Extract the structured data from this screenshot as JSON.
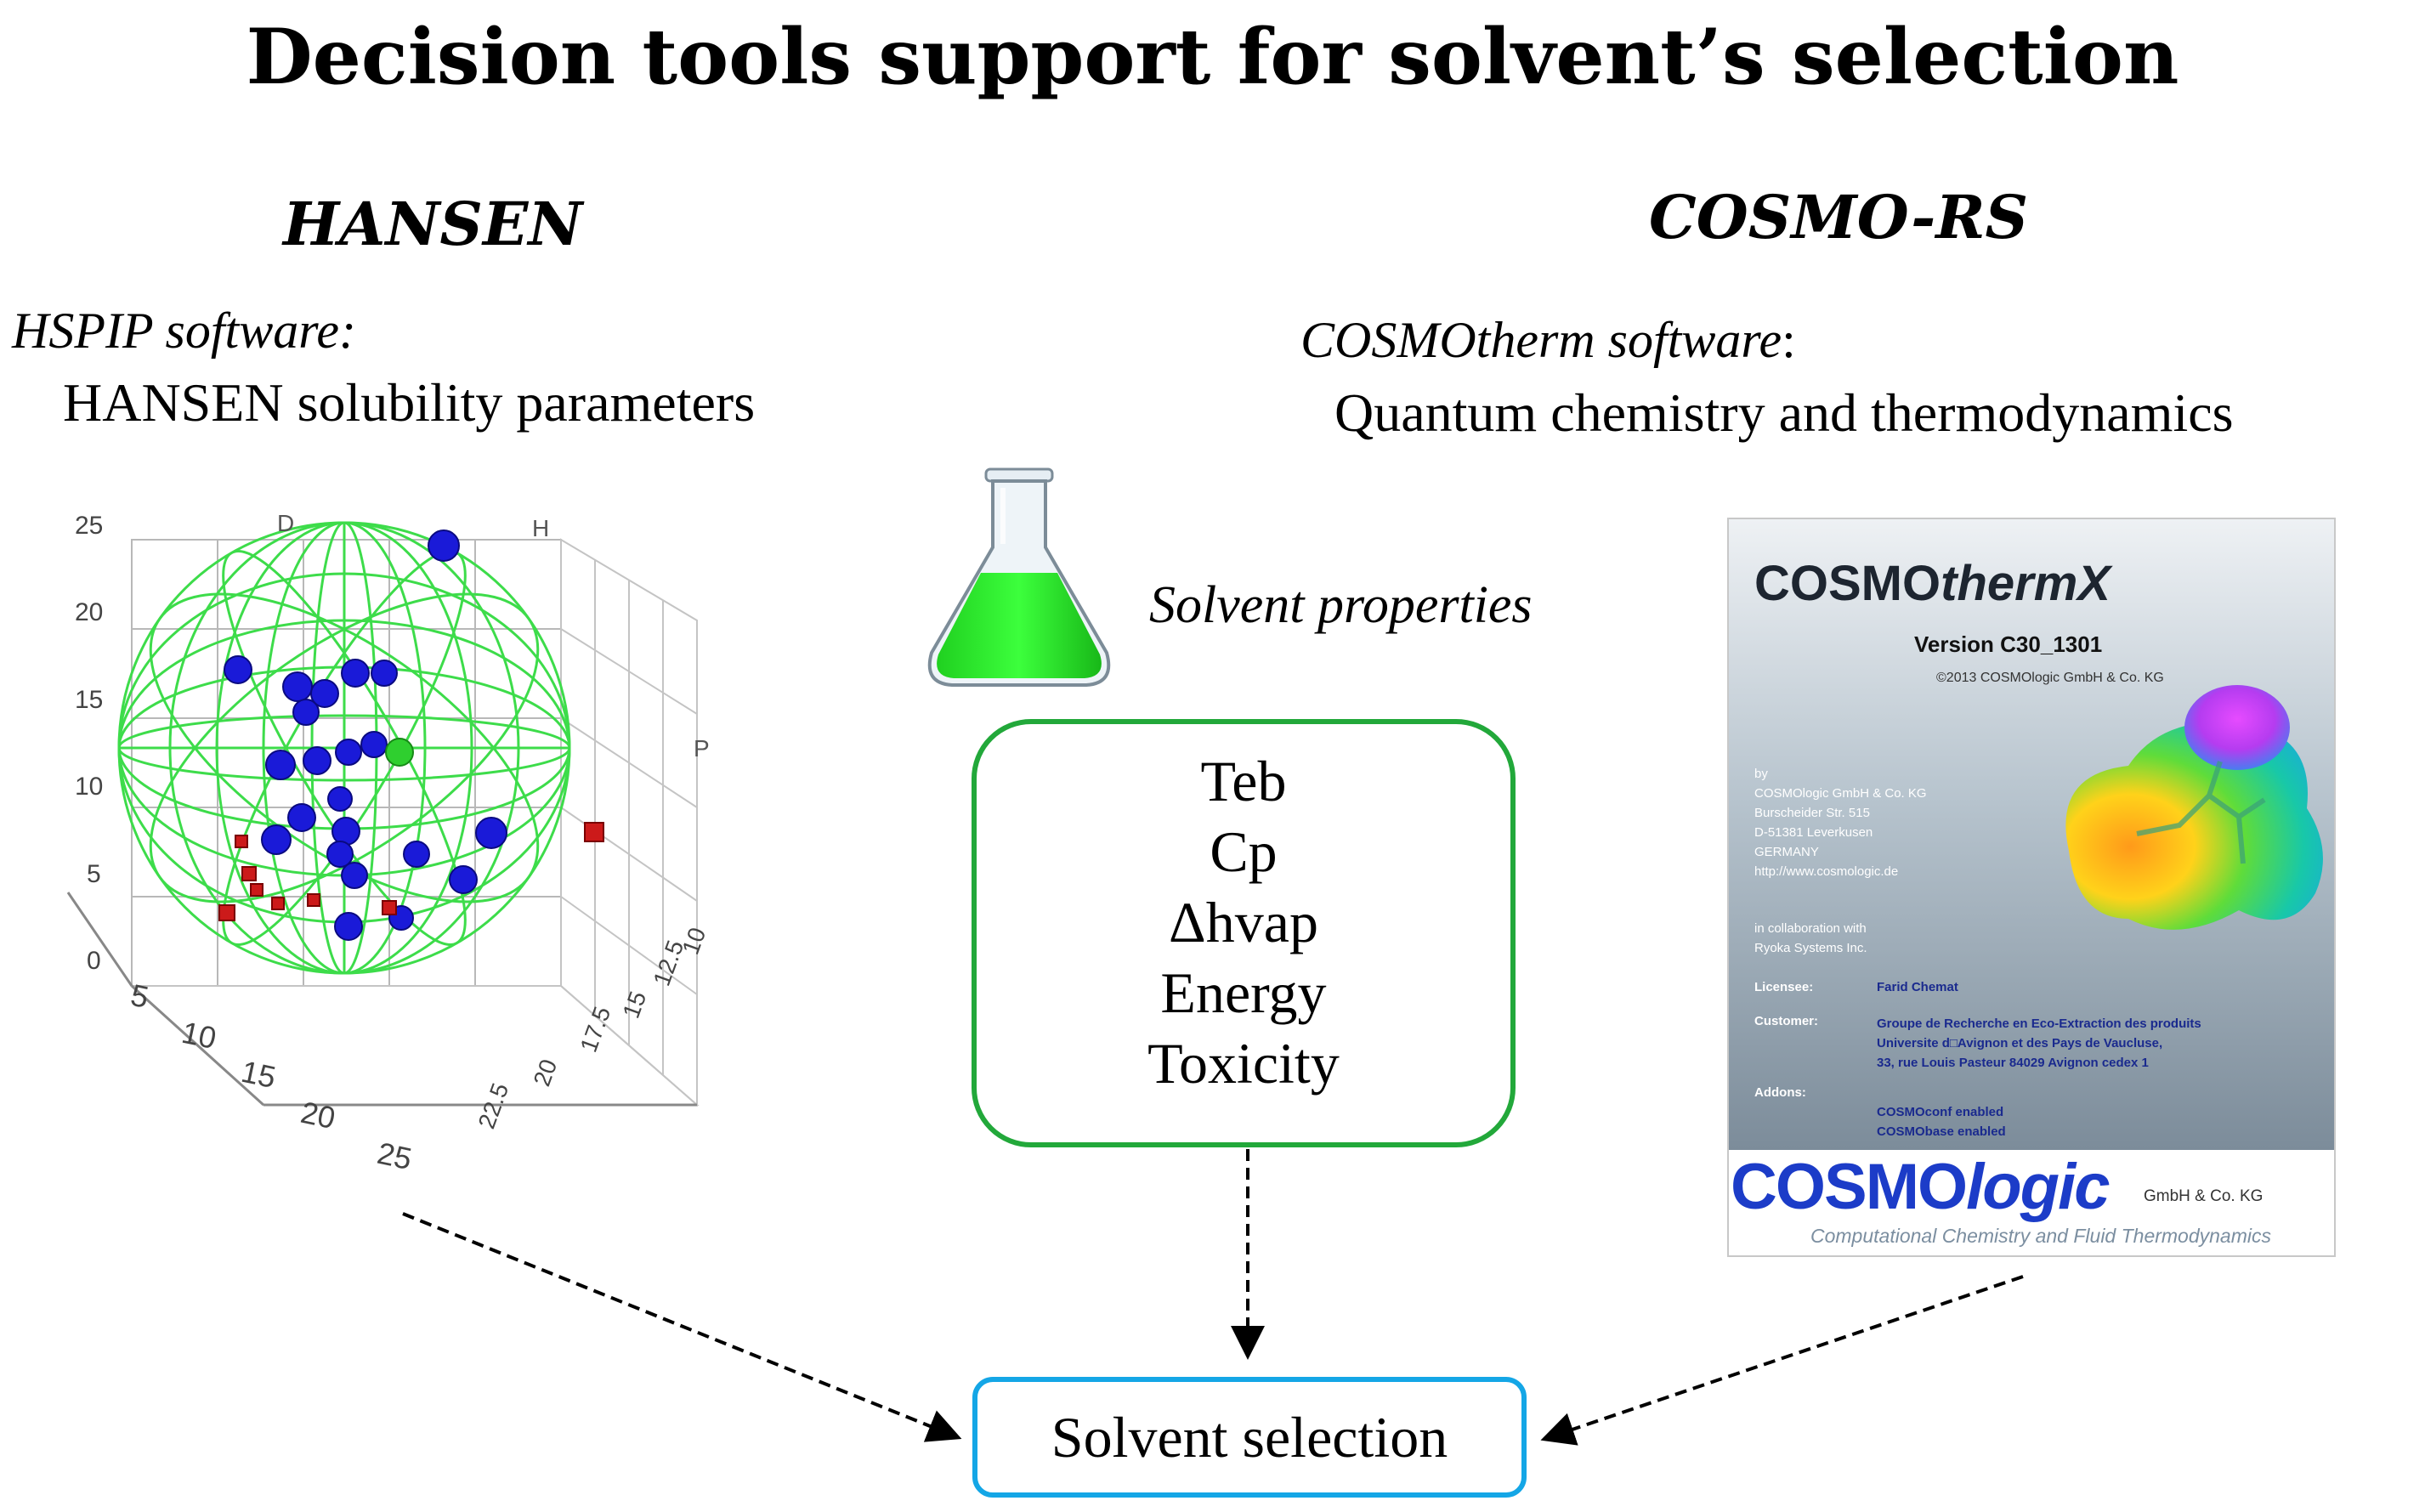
{
  "title": "Decision tools support for solvent’s selection",
  "hansen": {
    "heading": "HANSEN",
    "software": "HSPIP software:",
    "description": "HANSEN solubility parameters",
    "plot": {
      "axis_labels": [
        "D",
        "H",
        "P"
      ],
      "vertical_ticks": [
        "25",
        "20",
        "15",
        "10",
        "5",
        "0"
      ],
      "front_ticks": [
        "5",
        "10",
        "15",
        "20",
        "25"
      ],
      "depth_ticks": [
        "10",
        "12.5",
        "15",
        "17.5",
        "20",
        "22.5"
      ]
    }
  },
  "cosmo": {
    "heading": "COSMO-RS",
    "software": "COSMOtherm software",
    "software_suffix": ":",
    "description": "Quantum chemistry and thermodynamics",
    "splash": {
      "product": "COSMO",
      "product_italic": "thermX",
      "version": "Version C30_1301",
      "copyright": "©2013 COSMOlogic GmbH & Co. KG",
      "address": [
        "by",
        "COSMOlogic GmbH & Co. KG",
        "Burscheider Str. 515",
        "D-51381 Leverkusen",
        "GERMANY",
        "http://www.cosmologic.de"
      ],
      "collab": [
        "in collaboration with",
        "Ryoka Systems Inc."
      ],
      "licensee_label": "Licensee:",
      "licensee": "Farid Chemat",
      "customer_label": "Customer:",
      "customer": [
        "Groupe de Recherche en Eco-Extraction des produits",
        "Universite d□Avignon et des Pays de Vaucluse,",
        "33, rue Louis Pasteur 84029 Avignon cedex 1"
      ],
      "addons_label": "Addons:",
      "addons": [
        "COSMOconf enabled",
        "COSMObase enabled"
      ],
      "logo_main": "COSMO",
      "logo_italic": "logic",
      "logo_suffix": "GmbH & Co. KG",
      "tagline": "Computational Chemistry and Fluid Thermodynamics"
    }
  },
  "center": {
    "solvent_properties": "Solvent properties",
    "properties": [
      "Teb",
      "Cp",
      "Δhvap",
      "Energy",
      "Toxicity"
    ],
    "selection": "Solvent selection"
  },
  "colors": {
    "props_border": "#22a83a",
    "selection_border": "#14a6e6",
    "sphere": "#3ddc4a",
    "points_inside": "#1a1ad8",
    "points_outside": "#cc1a1a",
    "flask_liquid": "#1fe81f"
  }
}
